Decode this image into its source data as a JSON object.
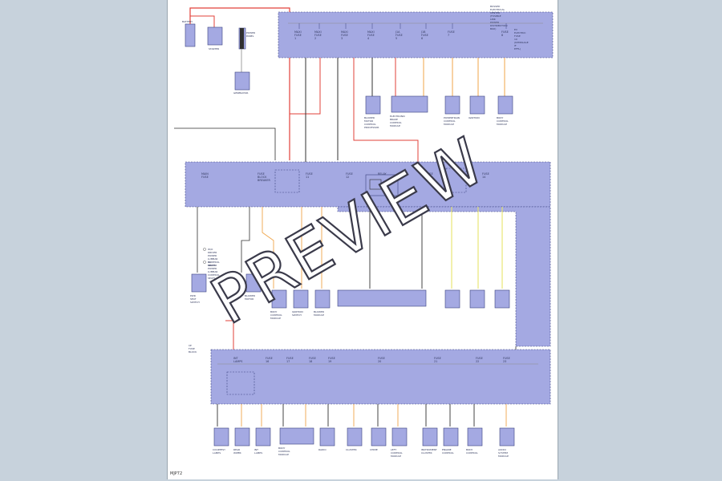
{
  "watermark": "PREVIEW",
  "sheet_id": "MJP72",
  "colors": {
    "page_bg": "#c7d2dc",
    "box_fill": "#a4a9e2",
    "box_stroke": "#3b4380",
    "wire_red": "#e2403a",
    "wire_orange": "#f0a54a",
    "wire_yellow": "#e6e36a",
    "wire_black": "#303030",
    "wire_gray": "#8a8a8a",
    "watermark_fill": "#ffffff",
    "watermark_stroke": "#3a3a4a"
  },
  "top_fuse_box": {
    "title": "BUSSED ELECTRICAL CENTER (FUSIBLE LINK POWER DISTRIBUTION BOX)",
    "fuses": [
      "MAXI FUSE 1",
      "MAXI FUSE 2",
      "MAXI FUSE 3",
      "MAXI FUSE 4",
      "J1A FUSE 5",
      "J1B FUSE 6",
      "FUSE 7",
      "FUSE 8"
    ],
    "note": "EV ELECTRIC FUSE 10 (KIHINSAGE IF EFFL)"
  },
  "top_components": [
    "BATTERY",
    "STARTER",
    "POWER PANEL",
    "GENERATOR"
  ],
  "top_loads": [
    "BLOWER MOTOR CONTROL PROCESSOR",
    "ELECTRONIC BRAKE CONTROL MODULE",
    "POWERTRAIN CONTROL MODULE",
    "IGNITION",
    "BODY CONTROL MODULE"
  ],
  "middle_box": {
    "fuses": [
      "MAIN FUSE",
      "FUSE BLOCK BREAKER",
      "FUSE 11",
      "FUSE 12",
      "RELAY",
      "FUSE 13",
      "FUSE 14"
    ]
  },
  "middle_loads": [
    "PWR SEAT SWITCH",
    "BLOWER MOTOR",
    "BODY CONTROL MODULE",
    "IGNITION SWITCH",
    "BLOWER MODULE"
  ],
  "notes": [
    "W/O DRIVER POWER LUMBAR CONTROL SEATS",
    "W/ DRIVER POWER LUMBAR CONTROL SEATS"
  ],
  "bottom_box": {
    "title": "I/P FUSE BLOCK",
    "fuses": [
      "INT LAMPS",
      "FUSE 16",
      "FUSE 17",
      "FUSE 18",
      "FUSE 19",
      "FUSE 20",
      "FUSE 21",
      "FUSE 22",
      "FUSE 23"
    ]
  },
  "bottom_loads": [
    "COURTESY LAMPS",
    "REAR WIPER",
    "INT LAMPS",
    "BODY CONTROL MODULE",
    "RADIO",
    "CLUSTER",
    "CHIME",
    "LEFT CONTROL MODULE",
    "INSTRUMENT CLUSTER",
    "ENGINE CONTROL",
    "BODY CONTROL",
    "AUDIO SYSTEM MODULE"
  ]
}
